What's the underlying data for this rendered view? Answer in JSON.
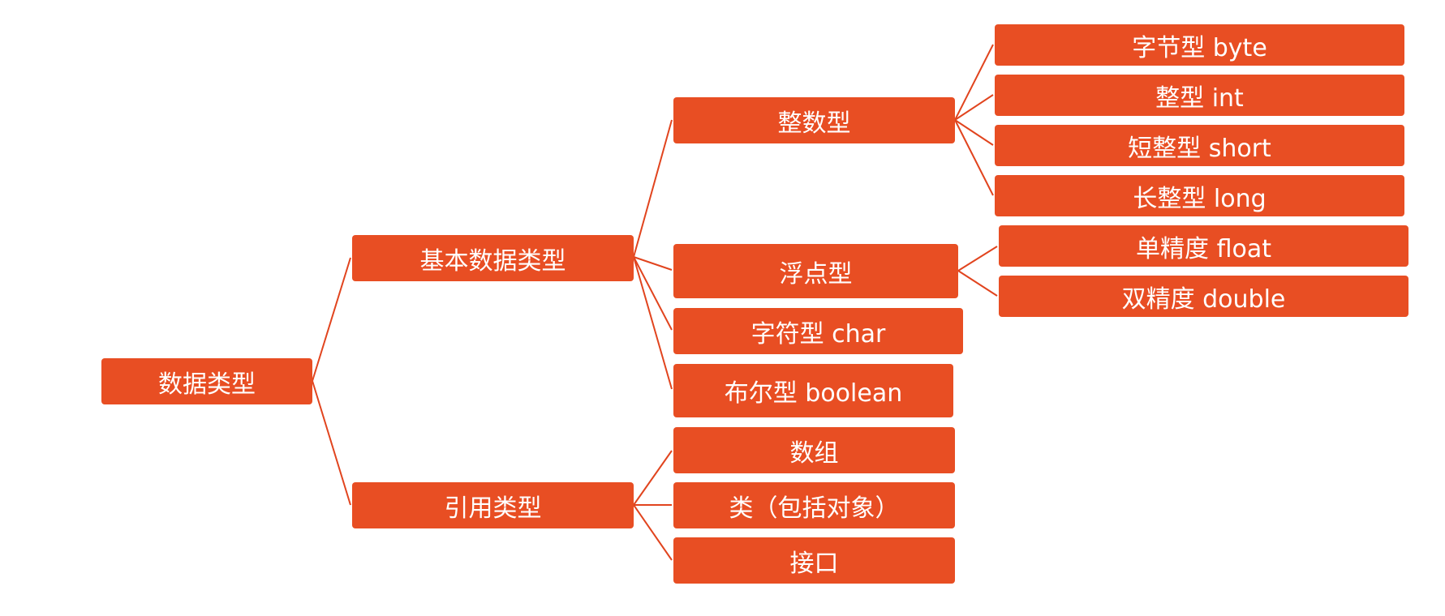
{
  "theme": {
    "node_color": "#e84e23",
    "edge_color": "#e1441e",
    "text_color": "#ffffff"
  },
  "tree": {
    "root": "数据类型",
    "primitive": {
      "label": "基本数据类型",
      "integer": {
        "label": "整数型",
        "byte": "字节型 byte",
        "int": "整型 int",
        "short": "短整型 short",
        "long": "长整型 long"
      },
      "float": {
        "label": "浮点型",
        "single": "单精度 float",
        "double": "双精度 double"
      },
      "char": "字符型 char",
      "boolean": "布尔型 boolean"
    },
    "reference": {
      "label": "引用类型",
      "array": "数组",
      "class": "类（包括对象）",
      "interface": "接口"
    }
  }
}
